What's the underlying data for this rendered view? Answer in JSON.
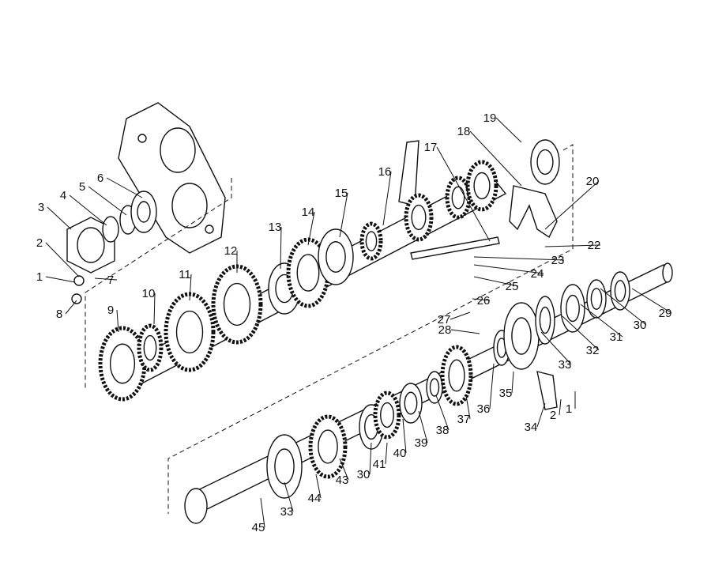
{
  "diagram": {
    "title": "Gearbox shafts exploded view",
    "callouts": [
      "1",
      "2",
      "3",
      "4",
      "5",
      "6",
      "7",
      "8",
      "9",
      "10",
      "11",
      "12",
      "13",
      "14",
      "15",
      "16",
      "17",
      "18",
      "19",
      "20",
      "22",
      "23",
      "24",
      "25",
      "26",
      "27",
      "28",
      "29",
      "30",
      "31",
      "32",
      "33",
      "34",
      "35",
      "36",
      "37",
      "38",
      "39",
      "40",
      "41",
      "30",
      "43",
      "44",
      "33",
      "45",
      "2",
      "1"
    ]
  }
}
